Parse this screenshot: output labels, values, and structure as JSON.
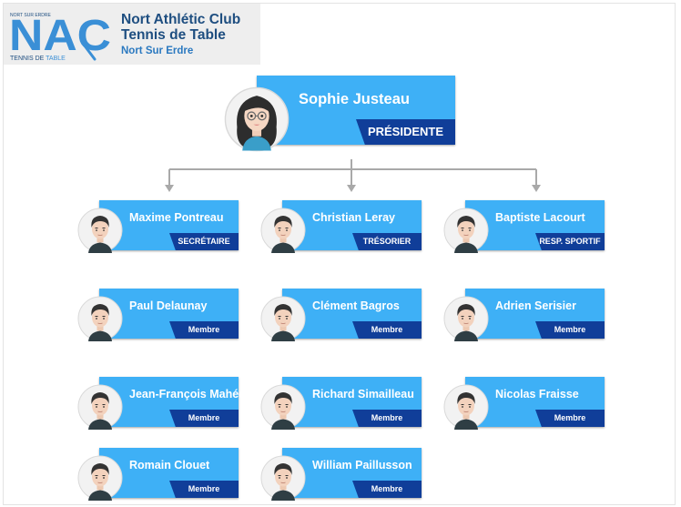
{
  "club": {
    "name_line1": "Nort Athlétic Club",
    "name_line2": "Tennis de Table",
    "location": "Nort Sur Erdre",
    "logo": {
      "letters": "NAC",
      "top_text": "NORT SUR ERDRE",
      "bottom_text_1": "TENNIS DE",
      "bottom_text_2": "TABLE"
    }
  },
  "president": {
    "name": "Sophie Justeau",
    "role": "PRÉSIDENTE"
  },
  "members": [
    {
      "name": "Maxime Pontreau",
      "role": "SECRÉTAIRE"
    },
    {
      "name": "Christian Leray",
      "role": "TRÉSORIER"
    },
    {
      "name": "Baptiste Lacourt",
      "role": "RESP. SPORTIF"
    },
    {
      "name": "Paul Delaunay",
      "role": "Membre"
    },
    {
      "name": "Clément Bagros",
      "role": "Membre"
    },
    {
      "name": "Adrien Serisier",
      "role": "Membre"
    },
    {
      "name": "Jean-François Mahéo",
      "role": "Membre"
    },
    {
      "name": "Richard Simailleau",
      "role": "Membre"
    },
    {
      "name": "Nicolas Fraisse",
      "role": "Membre"
    },
    {
      "name": "Romain Clouet",
      "role": "Membre"
    },
    {
      "name": "William Paillusson",
      "role": "Membre"
    }
  ],
  "colors": {
    "card": "#3eb0f6",
    "role_bar": "#103e99",
    "connector": "#a9a9a9",
    "logo_primary": "#1e4e80",
    "logo_accent": "#3a8fd6"
  }
}
